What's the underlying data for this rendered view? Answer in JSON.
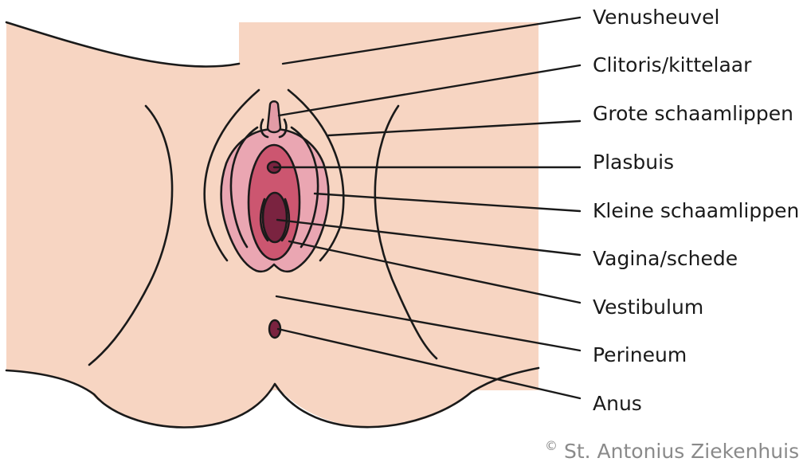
{
  "labels": [
    {
      "id": "venusheuvel",
      "text": "Venusheuvel"
    },
    {
      "id": "clitoris",
      "text": "Clitoris/kittelaar"
    },
    {
      "id": "grote-schaamlippen",
      "text": "Grote schaamlippen"
    },
    {
      "id": "plasbuis",
      "text": "Plasbuis"
    },
    {
      "id": "kleine-schaamlippen",
      "text": "Kleine schaamlippen"
    },
    {
      "id": "vagina",
      "text": "Vagina/schede"
    },
    {
      "id": "vestibulum",
      "text": "Vestibulum"
    },
    {
      "id": "perineum",
      "text": "Perineum"
    },
    {
      "id": "anus",
      "text": "Anus"
    }
  ],
  "credit": {
    "symbol": "©",
    "text": "St. Antonius Ziekenhuis"
  },
  "colors": {
    "skin": "#f7d5c2",
    "labia_minora": "#eaa6b2",
    "vestibule": "#cc5670",
    "vagina": "#7a2340",
    "clitoris": "#e39ba6",
    "outline": "#1a1a1a"
  }
}
